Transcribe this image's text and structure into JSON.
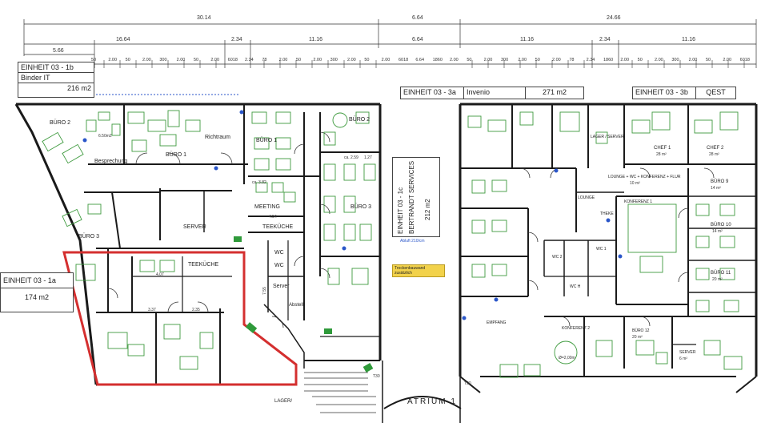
{
  "dimensions": {
    "top_row": [
      "30.14",
      "6.64",
      "24.66"
    ],
    "second_row": [
      "5.66",
      "16.64",
      "2.34",
      "11.16",
      "6.64",
      "11.16",
      "2.34",
      "11.16"
    ],
    "module_row": [
      "50",
      "2.00",
      "50",
      "2.00",
      "300",
      "2.00",
      "50",
      "2.00",
      "6018",
      "2.34",
      "78",
      "2.00",
      "50",
      "2.00",
      "300",
      "2.00",
      "50",
      "2.00",
      "6018",
      "6.64",
      "1860",
      "2.00",
      "50",
      "2.00",
      "300",
      "2.00",
      "50",
      "2.00",
      "78",
      "2.34",
      "1860",
      "2.00",
      "50",
      "2.00",
      "300",
      "2.00",
      "50",
      "2.00",
      "6018"
    ]
  },
  "units": {
    "u1b": {
      "title": "EINHEIT 03 - 1b",
      "tenant": "Binder IT",
      "area": "216 m2"
    },
    "u3a": {
      "title": "EINHEIT 03 - 3a",
      "tenant": "Invenio",
      "area": "271 m2"
    },
    "u3b": {
      "title": "EINHEIT 03 - 3b",
      "tenant": "QEST"
    },
    "u1a": {
      "title": "EINHEIT 03 - 1a",
      "area": "174 m2"
    },
    "u1c": {
      "title": "EINHEIT 03 - 1c",
      "tenant": "BERTRANDT SERVICES",
      "area": "212 m2"
    }
  },
  "rooms": {
    "buero2_left": "BÜRO 2",
    "besprechung": "Besprechung",
    "buero1_left": "BÜRO 1",
    "richtraum": "Richtraum",
    "buero1_mid": "BÜRO 1",
    "buero2_mid": "BÜRO 2",
    "meeting": "MEETING",
    "buero3_mid": "BÜRO 3",
    "server_left": "SERVER",
    "teekueche_mid": "TEEKÜCHE",
    "buero3_left": "BÜRO 3",
    "teekueche_low": "TEEKÜCHE",
    "wc_a": "WC",
    "wc_b": "WC",
    "server_mid": "Server",
    "abstell": "Abstell",
    "lager_server": "LAGER / SERVER",
    "chef1": "CHEF 1",
    "chef2": "CHEF 2",
    "buero9": "BÜRO 9",
    "lounge_mid": "LOUNGE + WC + KONFERENZ + FLUR",
    "lounge": "LOUNGE",
    "konferenz1": "KONFERENZ 1",
    "theke": "THEKE",
    "buero10": "BÜRO 10",
    "buero11": "BÜRO 11",
    "wc2": "WC 2",
    "wc1": "WC 1",
    "wch": "WC H",
    "empfang": "EMPFANG",
    "konferenz2": "KONFERENZ 2",
    "buero12": "BÜRO 12",
    "server_right": "SERVER",
    "atrium": "ATRIUM 1",
    "lager": "LAGER/"
  },
  "notes": {
    "trockenbau": "Trockenbauwand zusätzlich",
    "area_small_1": "6.50m2",
    "area_chef1": "28 m²",
    "area_chef2": "28 m²",
    "area_b9": "14 m²",
    "area_b10": "14 m²",
    "area_b11": "20 m²",
    "area_k1": "10 m²",
    "area_b12": "20 m²",
    "area_server": "6 m²",
    "k2_circle": "Ø=2,00m",
    "abluft": "Abluft 210/cm",
    "t30_left": "T30",
    "t30_right": "T30",
    "meeting_dim": "4.54",
    "dim_382": "ca. 3.82",
    "dim_259": "ca. 2.59",
    "dim_127": "1.27",
    "dim_407": "4.07",
    "dim_337": "3.37",
    "dim_235": "2.35",
    "dim_755": "7.55"
  },
  "colors": {
    "wall": "#1a1a1a",
    "furniture": "#3d9a3d",
    "highlight": "#d42f2f",
    "blue": "#2a56c9",
    "note": "#f2d24b"
  }
}
